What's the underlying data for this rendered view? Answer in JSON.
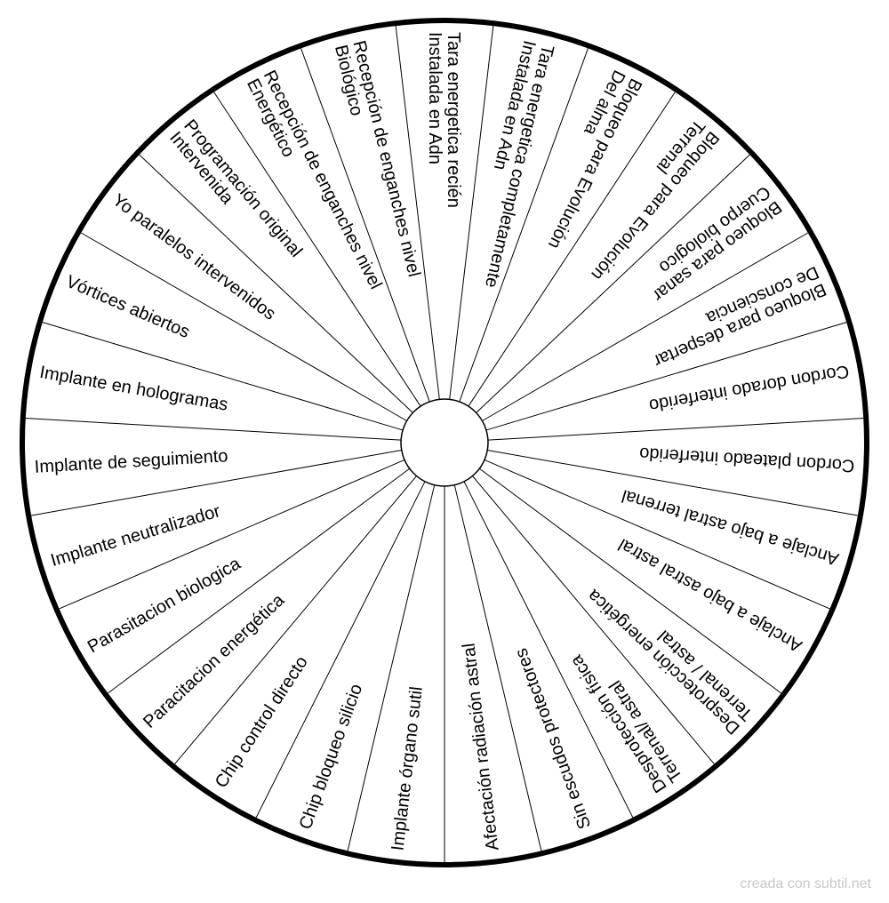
{
  "wheel": {
    "colors": {
      "stroke": "#000000",
      "background": "#ffffff",
      "credit": "#c8c8c8"
    },
    "segments": [
      {
        "lines": [
          "Tara energetica recién",
          "Instalada en Adn"
        ]
      },
      {
        "lines": [
          "Tara energetica completamente",
          "Instalada en Adn"
        ]
      },
      {
        "lines": [
          "Bloqueo para Evolución",
          "Del alma"
        ]
      },
      {
        "lines": [
          "Bloqueo para Evolución",
          "Terrenal"
        ]
      },
      {
        "lines": [
          "Bloqueo para sanar",
          "Cuerpo biologico"
        ]
      },
      {
        "lines": [
          "Bloqueo para despertar",
          "De consciencia"
        ]
      },
      {
        "lines": [
          "Cordon dorado interferido"
        ]
      },
      {
        "lines": [
          "Cordon plateado interferido"
        ]
      },
      {
        "lines": [
          "Anclaje a bajo astral terrenal"
        ]
      },
      {
        "lines": [
          "Anclaje a bajo astral astral"
        ]
      },
      {
        "lines": [
          "Desprotección energética",
          "Terrenal / astral"
        ]
      },
      {
        "lines": [
          "Desprotección física",
          "Terrenal/ astral"
        ]
      },
      {
        "lines": [
          "Sin escudos protectores"
        ]
      },
      {
        "lines": [
          "Afectación radiación astral"
        ]
      },
      {
        "lines": [
          "Implante órgano sutil"
        ]
      },
      {
        "lines": [
          "Chip bloqueo silicio"
        ]
      },
      {
        "lines": [
          "Chip control directo"
        ]
      },
      {
        "lines": [
          "Paracitacion energética"
        ]
      },
      {
        "lines": [
          "Parasitacion biologica"
        ]
      },
      {
        "lines": [
          "Implante neutralizador"
        ]
      },
      {
        "lines": [
          "Implante de seguimiento"
        ]
      },
      {
        "lines": [
          "Implante en hologramas"
        ]
      },
      {
        "lines": [
          "Vórtices abiertos"
        ]
      },
      {
        "lines": [
          "Yo paralelos intervenidos"
        ]
      },
      {
        "lines": [
          "Programación original",
          "Intervenida"
        ]
      },
      {
        "lines": [
          "Recepción de enganches nivel",
          "Energético"
        ]
      },
      {
        "lines": [
          "Recepción de enganches nivel",
          "Biológico"
        ]
      }
    ]
  },
  "footer": {
    "credit": "creada con subtil.net"
  }
}
